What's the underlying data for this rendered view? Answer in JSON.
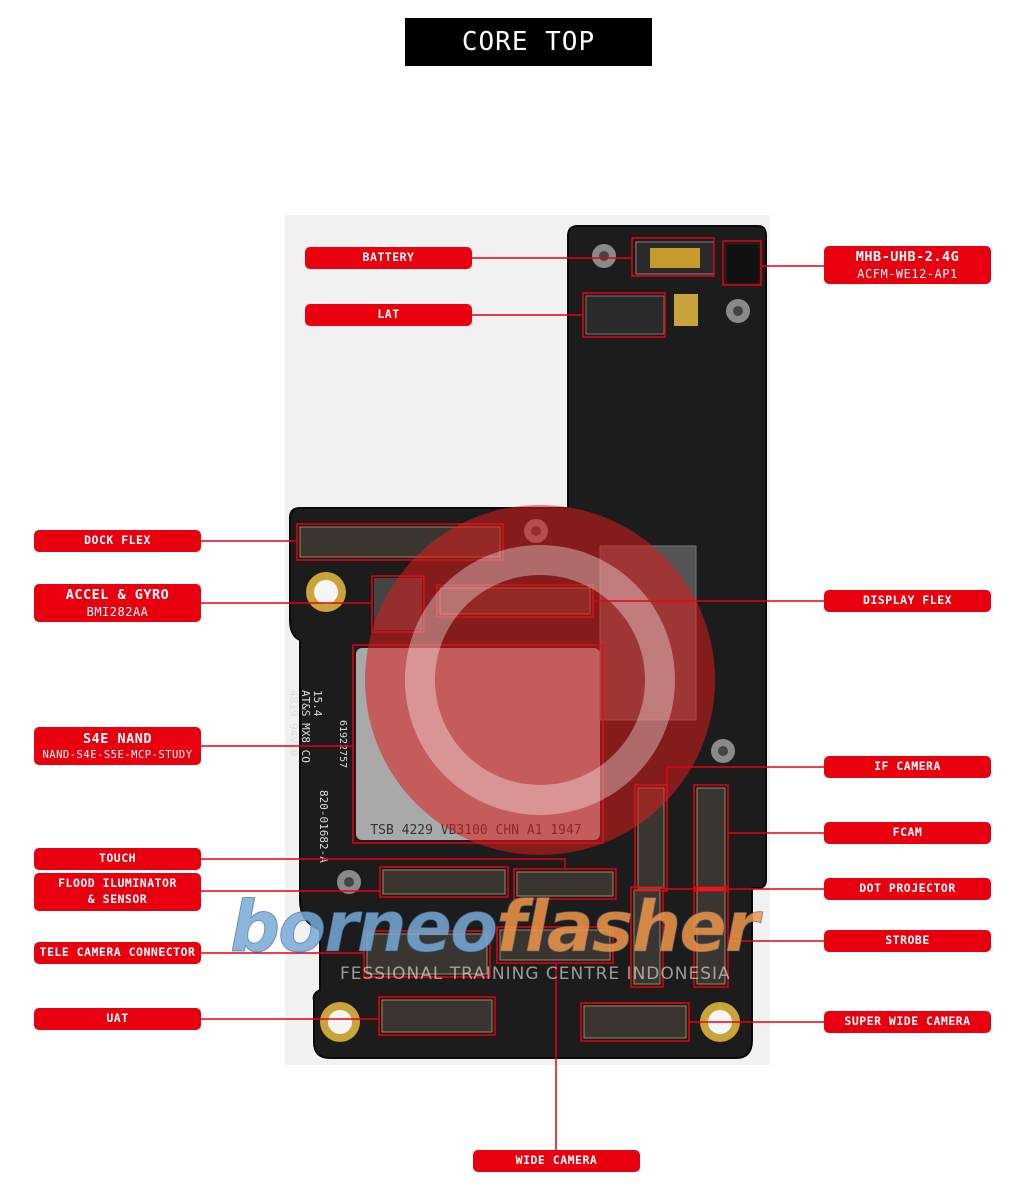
{
  "title": "CORE TOP",
  "labels": {
    "battery": "BATTERY",
    "lat": "LAT",
    "mhb_main": "MHB-UHB-2.4G",
    "mhb_sub": "ACFM-WE12-AP1",
    "dock_flex": "DOCK FLEX",
    "accel_main": "ACCEL & GYRO",
    "accel_sub": "BMI282AA",
    "display_flex": "DISPLAY FLEX",
    "nand_main": "S4E NAND",
    "nand_sub": "NAND-S4E-S5E-MCP-STUDY",
    "if_camera": "IF CAMERA",
    "fcam": "FCAM",
    "touch": "TOUCH",
    "flood_line1": "FLOOD ILUMINATOR",
    "flood_line2": "& SENSOR",
    "dot_projector": "DOT PROJECTOR",
    "tele_camera": "TELE CAMERA CONNECTOR",
    "strobe": "STROBE",
    "uat": "UAT",
    "super_wide": "SUPER WIDE CAMERA",
    "wide_camera": "WIDE CAMERA"
  },
  "board_text": {
    "chip_marking": "TSB 4229 VB3100 CHN A1 1947",
    "chip_code": "61922757",
    "pcb_line1": "15.4",
    "pcb_line2": "AT&S MX8 CO",
    "pcb_line3": "4819 94V-0",
    "pcb_line4": "820-01682-A"
  },
  "watermark": {
    "brand_a": "borneo",
    "brand_b": "flasher",
    "tagline": "FESSIONAL TRAINING CENTRE INDONESIA"
  },
  "colors": {
    "label_red": "#e8000e",
    "board": "#1a1a1a",
    "line": "#e8000e"
  }
}
